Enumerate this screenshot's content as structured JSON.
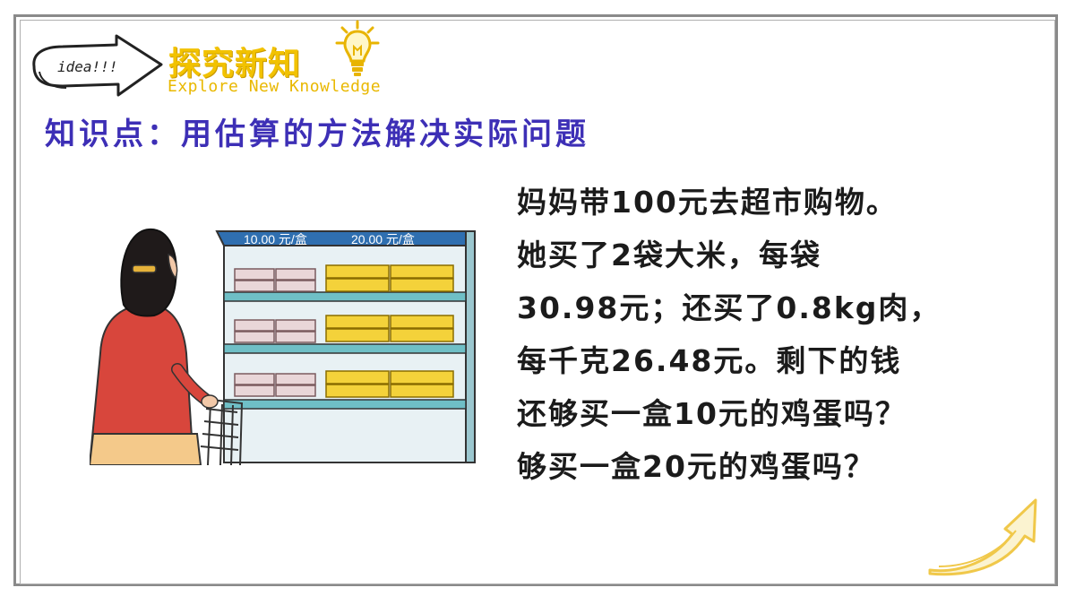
{
  "header": {
    "badge_text": "idea!!!",
    "title_cn": "探究新知",
    "title_en": "Explore New Knowledge"
  },
  "knowledge_point": "知识点：用估算的方法解决实际问题",
  "problem_lines": [
    "妈妈带100元去超市购物。",
    "她买了2袋大米，每袋",
    "30.98元；还买了0.8kg肉，",
    "每千克26.48元。剩下的钱",
    "还够买一盒10元的鸡蛋吗？",
    "够买一盒20元的鸡蛋吗？"
  ],
  "illustration": {
    "price_label_1": "10.00 元/盒",
    "price_label_2": "20.00 元/盒"
  },
  "colors": {
    "title_yellow": "#f2c200",
    "knowledge_blue": "#3d2fb6",
    "shelf_blue": "#2f6fb0",
    "shelf_teal": "#6fbfc6"
  }
}
